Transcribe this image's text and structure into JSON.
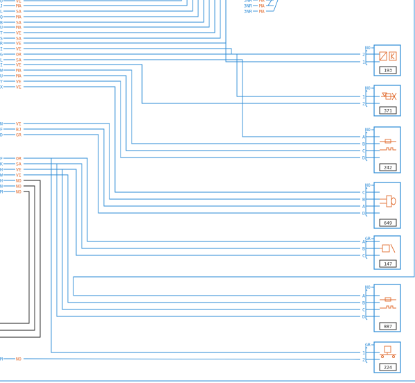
{
  "colors": {
    "wire": "#2a8ad6",
    "label": "#e06a2c",
    "ground_wire": "#1a1a1a",
    "background": "#ffffff"
  },
  "top_wires": [
    {
      "pin": "U",
      "code": "VE"
    },
    {
      "pin": "J",
      "code": "MA"
    },
    {
      "pin": "L",
      "code": "SA"
    },
    {
      "pin": "Q",
      "code": "MA"
    },
    {
      "pin": "B",
      "code": "SA"
    },
    {
      "pin": "U",
      "code": "MA"
    },
    {
      "pin": "T",
      "code": "VE"
    },
    {
      "pin": "S",
      "code": "SA"
    },
    {
      "pin": "R",
      "code": "VE"
    },
    {
      "pin": "I",
      "code": "VE"
    },
    {
      "pin": "G",
      "code": "OR"
    },
    {
      "pin": "L",
      "code": "SA"
    },
    {
      "pin": "I",
      "code": "VE"
    },
    {
      "pin": "W",
      "code": "MA"
    },
    {
      "pin": "U",
      "code": "MA"
    },
    {
      "pin": "Y",
      "code": "VE"
    },
    {
      "pin": "X",
      "code": "VE"
    }
  ],
  "middle_wires": [
    {
      "pin": "N",
      "code": "VI"
    },
    {
      "pin": "F",
      "code": "BJ"
    },
    {
      "pin": "D",
      "code": "GR"
    }
  ],
  "lower_wires": [
    {
      "pin": "F",
      "code": "OR"
    },
    {
      "pin": "K",
      "code": "SA"
    },
    {
      "pin": "H",
      "code": "VE"
    },
    {
      "pin": "W",
      "code": "VI"
    },
    {
      "pin": "H",
      "code": "NO"
    },
    {
      "pin": "N",
      "code": "NO"
    },
    {
      "pin": "M",
      "code": "NO"
    }
  ],
  "bottom_wire": {
    "pin": "M",
    "code": "NO"
  },
  "top_right_labels": [
    {
      "text": "3NR",
      "code": "MA"
    },
    {
      "text": "3NR",
      "code": "MA"
    },
    {
      "text": "3NR",
      "code": "MA"
    }
  ],
  "components": [
    {
      "number": "193",
      "color_code": "NO",
      "pins": [
        "2",
        "1"
      ],
      "symbol": "relay-icon"
    },
    {
      "number": "371",
      "color_code": "NO",
      "pins": [
        "1",
        "2"
      ],
      "symbol": "valve-icon"
    },
    {
      "number": "242",
      "color_code": "NO",
      "pins": [
        "A",
        "B",
        "C",
        "D"
      ],
      "symbol": "sensor-icon"
    },
    {
      "number": "649",
      "color_code": "NO",
      "pins": [
        "C",
        "B",
        "A",
        "D"
      ],
      "symbol": "potentiometer-icon"
    },
    {
      "number": "147",
      "color_code": "GR",
      "pins": [
        "A",
        "B",
        "C"
      ],
      "symbol": "pressure-switch-icon"
    },
    {
      "number": "887",
      "color_code": "NO",
      "pins": [
        "A",
        "B",
        "C",
        "D"
      ],
      "symbol": "sensor-icon"
    },
    {
      "number": "224",
      "color_code": "GR",
      "pins": [
        "1",
        "2"
      ],
      "symbol": "pressure-sensor-icon"
    }
  ]
}
